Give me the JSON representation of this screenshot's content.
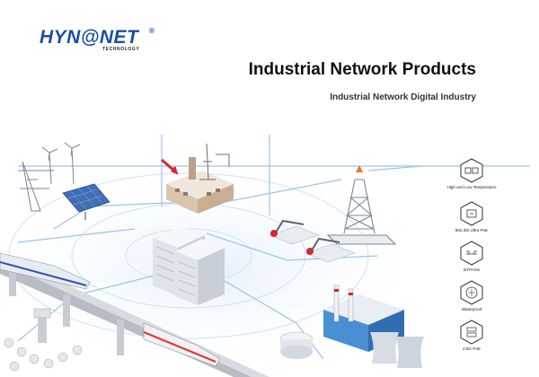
{
  "brand": {
    "name": "HYN@NET",
    "registered": "®",
    "tagline": "TECHNOLOGY"
  },
  "header": {
    "title": "Industrial Network Products",
    "subtitle": "Industrial Network Digital Industry"
  },
  "features": [
    {
      "icon": "temperature-range-icon",
      "label": "High and Low Temperature"
    },
    {
      "icon": "poe-icon",
      "label": "802.3bt Ultra PoE"
    },
    {
      "icon": "bypass-icon",
      "label": "BYPASS"
    },
    {
      "icon": "waterproof-icon",
      "label": "Waterproof"
    },
    {
      "icon": "multigig-poe-icon",
      "label": "2.5G PoE"
    }
  ],
  "colors": {
    "brand_blue": "#1b4fa3",
    "network_line": "#9cc3ea",
    "accent_orange": "#e87722",
    "accent_red": "#d8262e"
  }
}
